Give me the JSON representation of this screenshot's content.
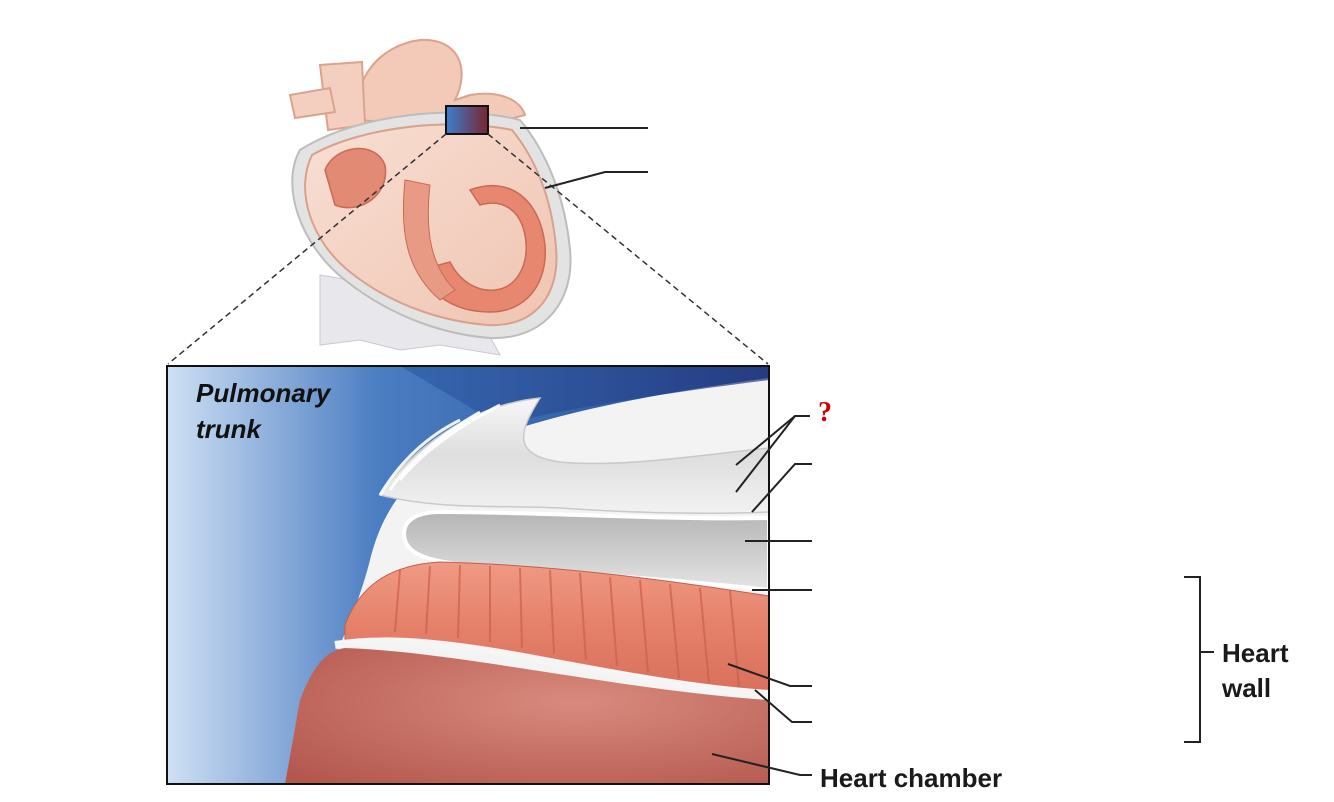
{
  "diagram": {
    "labels": {
      "pulmonary_trunk_line1": "Pulmonary",
      "pulmonary_trunk_line2": "trunk",
      "unknown_marker": "?",
      "heart_wall_line1": "Heart",
      "heart_wall_line2": "wall",
      "heart_chamber": "Heart chamber"
    },
    "colors": {
      "pericardium_fibrous": "#e6e6e6",
      "myocardium": "#e9846f",
      "chamber": "#c96a5e",
      "pulmonary_trunk": "#2d5fa6",
      "question_mark": "#d10000"
    }
  }
}
